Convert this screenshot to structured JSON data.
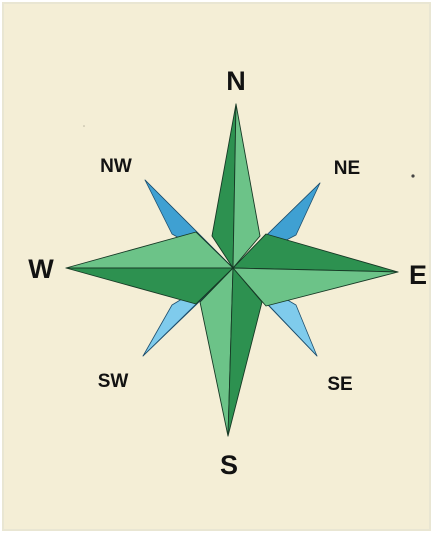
{
  "compass_rose": {
    "labels": {
      "n": "N",
      "ne": "NE",
      "e": "E",
      "se": "SE",
      "s": "S",
      "sw": "SW",
      "w": "W",
      "nw": "NW"
    },
    "colors": {
      "paper": "#f4eed6",
      "edge_tint": "#e9e6d3",
      "green_dark": "#2d9150",
      "green_light": "#6cc388",
      "blue_dark": "#3fa0d2",
      "blue_light": "#7fcbec",
      "outline": "#173a26",
      "label": "#121212"
    }
  }
}
